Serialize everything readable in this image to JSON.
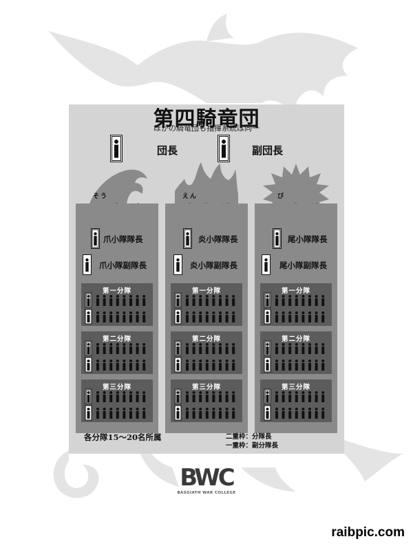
{
  "header": {
    "title": "第四騎竜団",
    "subtitle": "ほかの騎竜団も指揮系統は同一"
  },
  "leaders": {
    "commander_label": "団長",
    "vice_commander_label": "副団長"
  },
  "squads": [
    {
      "ruby": "そう",
      "name": "爪小隊",
      "emblem": "claw-emblem",
      "leader_label": "爪小隊隊長",
      "deputy_label": "爪小隊副隊長",
      "units": [
        {
          "label": "第一分隊",
          "leader_count": 1,
          "members_per_row": 8
        },
        {
          "label": "第二分隊",
          "leader_count": 1,
          "members_per_row": 8
        },
        {
          "label": "第三分隊",
          "leader_count": 1,
          "members_per_row": 8
        }
      ]
    },
    {
      "ruby": "えん",
      "name": "炎小隊",
      "emblem": "flame-emblem",
      "leader_label": "炎小隊隊長",
      "deputy_label": "炎小隊副隊長",
      "units": [
        {
          "label": "第一分隊",
          "leader_count": 1,
          "members_per_row": 8
        },
        {
          "label": "第二分隊",
          "leader_count": 1,
          "members_per_row": 8
        },
        {
          "label": "第三分隊",
          "leader_count": 1,
          "members_per_row": 8
        }
      ]
    },
    {
      "ruby": "び",
      "name": "尾小隊",
      "emblem": "tail-emblem",
      "leader_label": "尾小隊隊長",
      "deputy_label": "尾小隊副隊長",
      "units": [
        {
          "label": "第一分隊",
          "leader_count": 1,
          "members_per_row": 8
        },
        {
          "label": "第二分隊",
          "leader_count": 1,
          "members_per_row": 8
        },
        {
          "label": "第三分隊",
          "leader_count": 1,
          "members_per_row": 8
        }
      ]
    }
  ],
  "notes": {
    "unit_size": "各分隊15～20名所属",
    "legend_double": "二重枠：分隊長",
    "legend_single": "一重枠：副分隊長"
  },
  "logo": {
    "main": "BWC",
    "sub": "BASGIATH WAR COLLEGE"
  },
  "watermark": "raibpic.com",
  "colors": {
    "board": "#d4d4d4",
    "squad_panel": "#8a8a8a",
    "unit_panel": "#5c5c5c",
    "dragon_silhouette": "#e4e4e4"
  }
}
